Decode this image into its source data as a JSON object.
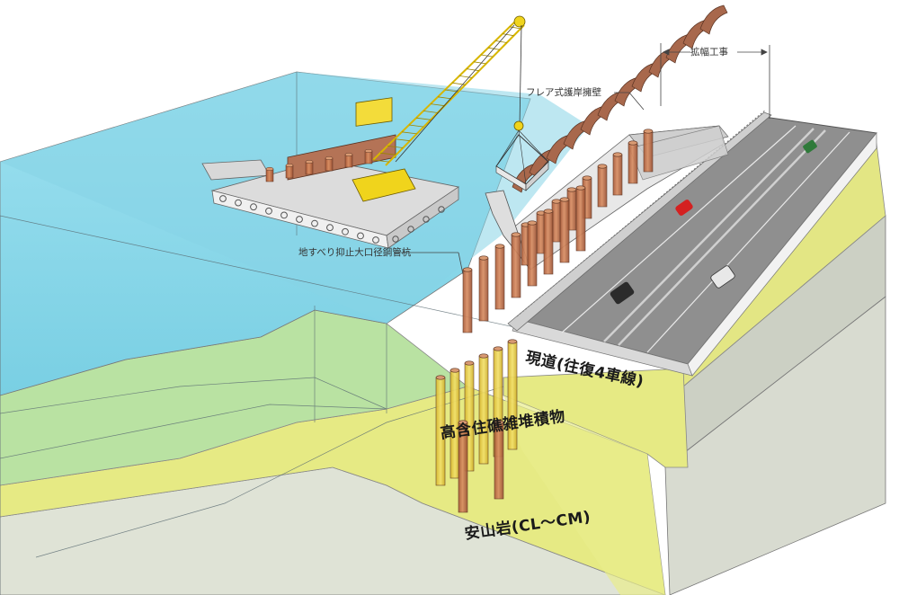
{
  "labels": {
    "widening_work": "拡幅工事",
    "flare_seawall": "フレア式護岸擁壁",
    "landslide_pile": "地すべり抑止大口径鋼管杭",
    "current_road": "現道(往復4車線)",
    "sediment": "高含住礁雑堆積物",
    "bedrock": "安山岩(CL～CM)"
  },
  "colors": {
    "water": "#8fd9ea",
    "water_dark": "#6fc6dc",
    "sediment": "#e9ec8a",
    "green_layer": "#b8e0a0",
    "bedrock": "#e1e4d9",
    "road": "#8e8e8e",
    "crane": "#f0d41c",
    "seawall": "#a8684c",
    "pile": "#c6784f"
  }
}
